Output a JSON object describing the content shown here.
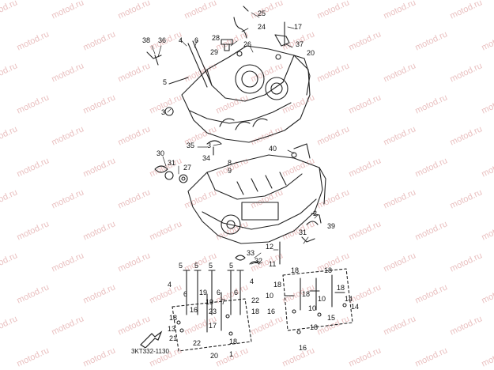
{
  "diagram": {
    "watermark": "motod.ru",
    "drawing_code": "3KT332-1130",
    "callouts": [
      "1",
      "2",
      "3",
      "4",
      "5",
      "6",
      "7",
      "8",
      "9",
      "10",
      "11",
      "12",
      "13",
      "14",
      "15",
      "16",
      "17",
      "18",
      "19",
      "20",
      "21",
      "22",
      "23",
      "24",
      "25",
      "26",
      "27",
      "28",
      "29",
      "30",
      "31",
      "32",
      "33",
      "34",
      "35",
      "36",
      "37",
      "38",
      "39",
      "40"
    ]
  }
}
